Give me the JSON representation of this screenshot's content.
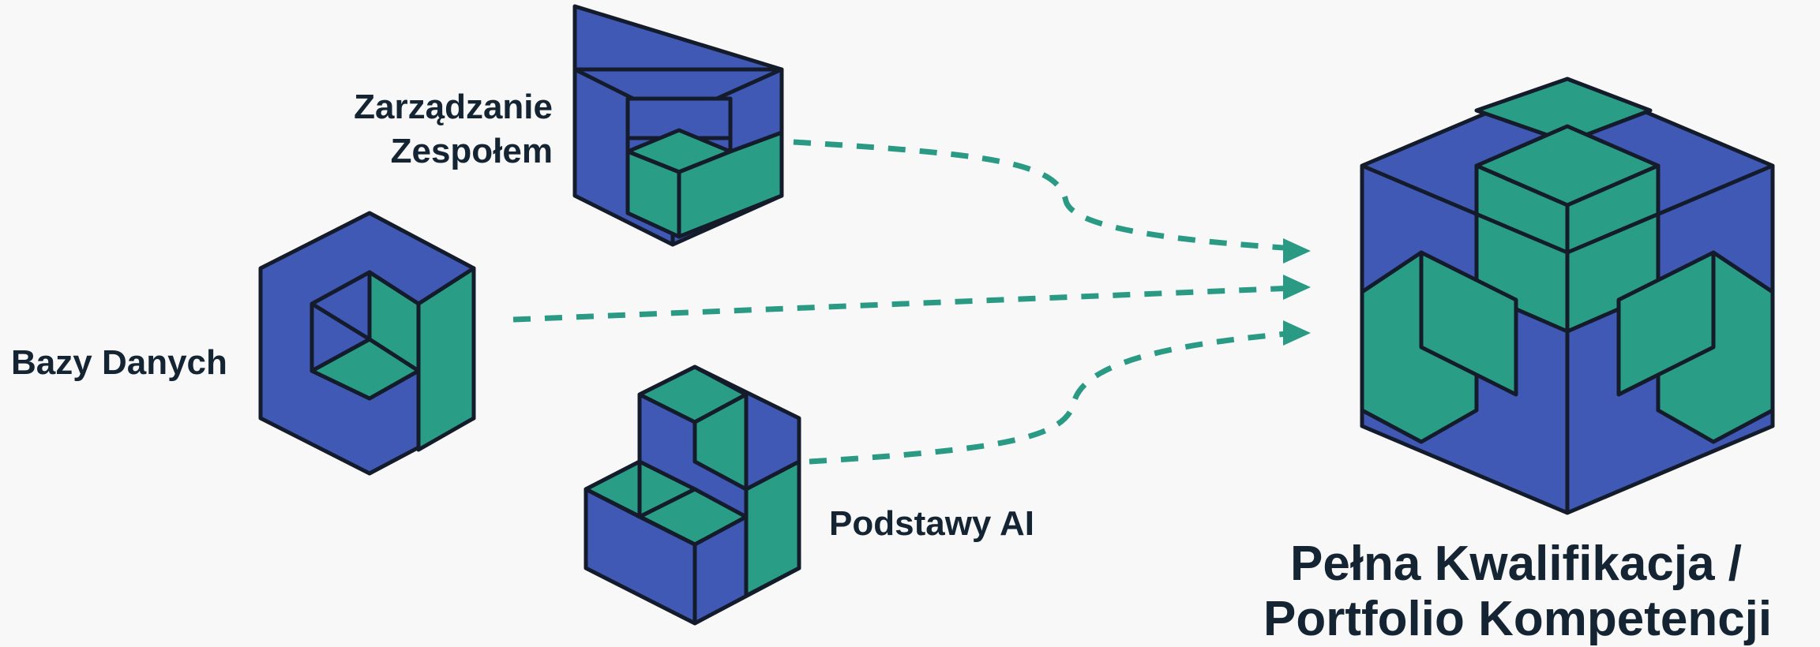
{
  "modules": {
    "management": {
      "line1": "Zarządzanie",
      "line2": "Zespołem"
    },
    "databases": {
      "label": "Bazy Danych"
    },
    "ai_basics": {
      "label": "Podstawy AI"
    }
  },
  "result": {
    "line1": "Pełna Kwalifikacja /",
    "line2": "Portfolio Kompetencji"
  },
  "colors": {
    "blue": "#3f59b5",
    "teal": "#2a9d86",
    "outline": "#141c2c",
    "arrow": "#2b9a85",
    "text": "#142433"
  },
  "icons": [
    "management-cube-icon",
    "databases-cube-icon",
    "ai-basics-block-icon",
    "qualification-cube-icon"
  ]
}
